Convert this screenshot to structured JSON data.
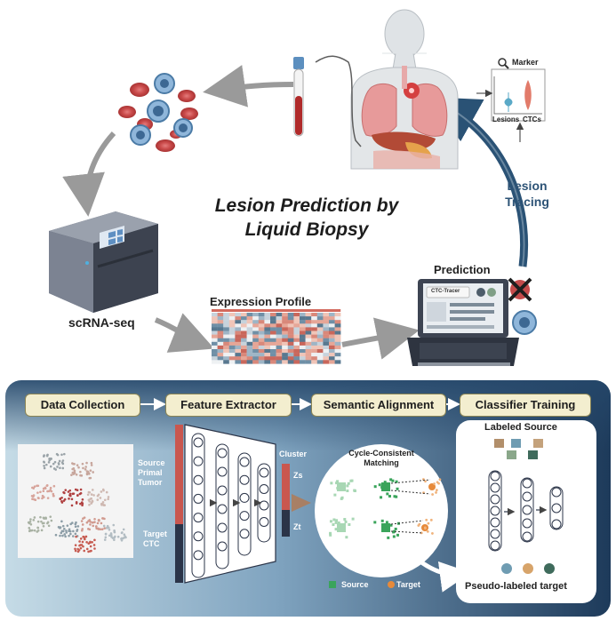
{
  "title": {
    "line1": "Lesion Prediction by",
    "line2": "Liquid Biopsy"
  },
  "labels": {
    "scrna_seq": "scRNA-seq",
    "expression_profile": "Expression Profile",
    "prediction": "Prediction",
    "ctc_tracer": "CTC-Tracer",
    "lesion_tracing_1": "Lesion",
    "lesion_tracing_2": "Tracing",
    "marker": "Marker",
    "lesions": "Lesions",
    "ctcs": "CTCs"
  },
  "stages": [
    "Data Collection",
    "Feature Extractor",
    "Semantic Alignment",
    "Classifier Training"
  ],
  "bottom": {
    "source_line1": "Source",
    "source_line2": "Primal",
    "source_line3": "Tumor",
    "target_line1": "Target",
    "target_line2": "CTC",
    "cluster": "Cluster",
    "zs": "Zs",
    "zt": "Zt",
    "cycle_line1": "Cycle-Consistent",
    "cycle_line2": "Matching",
    "legend_source": "Source",
    "legend_target": "Target",
    "labeled_source": "Labeled Source",
    "pseudo_labeled": "Pseudo-labeled target"
  },
  "colors": {
    "panel_top": "#1f3c5c",
    "panel_light": "#b9d3e0",
    "stage_fill": "#f3eecf",
    "arrow_blue": "#2a5275",
    "source_green": "#3aa45b",
    "target_orange": "#e78a3a",
    "bar_red": "#c9574f",
    "bar_dark": "#2b3448",
    "blood_red": "#c0392b"
  },
  "icons": [
    "red-blood-cell-icon",
    "ctc-cell-icon",
    "blood-tube-icon",
    "human-body-icon",
    "sequencer-icon",
    "laptop-icon",
    "reject-x-icon",
    "violin-plot-icon",
    "magnifier-icon"
  ]
}
